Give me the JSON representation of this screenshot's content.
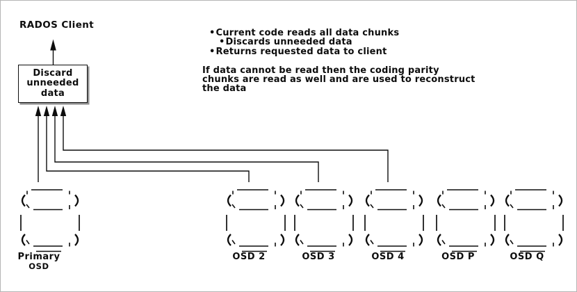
{
  "diagram": {
    "title": "RADOS Client",
    "client_box": {
      "text": "Discard\nunneeded\ndata"
    },
    "bullets": {
      "marker": "•",
      "items": [
        {
          "text": "Current code reads all data chunks"
        },
        {
          "text": "Discards unneeded data"
        },
        {
          "text": "Returns requested data to client"
        }
      ]
    },
    "note": {
      "text": "If data cannot be read then the coding parity\nchunks are read as well and are used to reconstruct\nthe data"
    },
    "osds": [
      {
        "label": "Primary",
        "sublabel": "OSD"
      },
      {
        "label": "OSD 2"
      },
      {
        "label": "OSD 3"
      },
      {
        "label": "OSD 4"
      },
      {
        "label": "OSD P"
      },
      {
        "label": "OSD Q"
      }
    ],
    "colors": {
      "ink": "#0d0d0d",
      "shadow": "#8f8f8f",
      "frame": "#b5b5b5",
      "background": "#ffffff"
    }
  }
}
